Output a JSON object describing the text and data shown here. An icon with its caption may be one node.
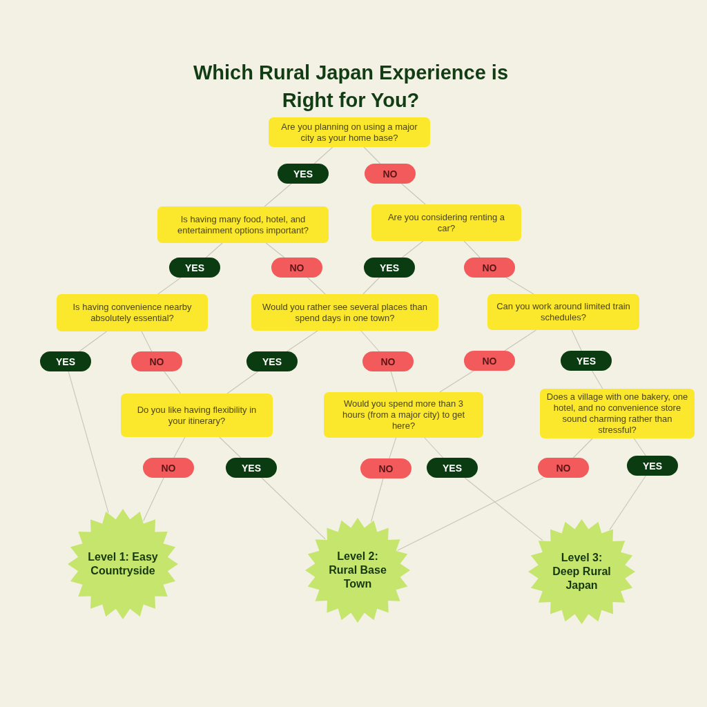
{
  "diagram": {
    "title": "Which Rural Japan Experience is Right for You?",
    "nodes": [
      {
        "text": [
          "Are you planning on using a major city as your home base?"
        ]
      },
      {
        "text": [
          "YES"
        ]
      },
      {
        "text": [
          "NO"
        ]
      },
      {
        "text": [
          "Is having many food, hotel, and entertainment options important?"
        ]
      },
      {
        "text": [
          "Are you considering renting a car?"
        ]
      },
      {
        "text": [
          "YES"
        ]
      },
      {
        "text": [
          "NO"
        ]
      },
      {
        "text": [
          "YES"
        ]
      },
      {
        "text": [
          "NO"
        ]
      },
      {
        "text": [
          "Is having convenience nearby absolutely essential?"
        ]
      },
      {
        "text": [
          "Would you rather see several places than spend days in one town?"
        ]
      },
      {
        "text": [
          "Can you work around limited train schedules?"
        ]
      },
      {
        "text": [
          "YES"
        ]
      },
      {
        "text": [
          "NO"
        ]
      },
      {
        "text": [
          "YES"
        ]
      },
      {
        "text": [
          "NO"
        ]
      },
      {
        "text": [
          "NO"
        ]
      },
      {
        "text": [
          "YES"
        ]
      },
      {
        "text": [
          "Do you like having flexibility in your itinerary?"
        ]
      },
      {
        "text": [
          "Would you spend more than 3 hours (from a major city) to get here?"
        ]
      },
      {
        "text": [
          "Does a village with one bakery, one hotel, and no convenience store sound charming rather than stressful?"
        ]
      },
      {
        "text": [
          "NO"
        ]
      },
      {
        "text": [
          "YES"
        ]
      },
      {
        "text": [
          "NO"
        ]
      },
      {
        "text": [
          "YES"
        ]
      },
      {
        "text": [
          "NO"
        ]
      },
      {
        "text": [
          "YES"
        ]
      },
      {
        "text": [
          "Level 1: Easy Countryside"
        ]
      },
      {
        "text": [
          "Level 2: Rural Base Town"
        ]
      },
      {
        "text": [
          "Level 3: Deep Rural Japan"
        ]
      }
    ],
    "edges": [
      {
        "from": 0,
        "to": 1,
        "arrow": "none"
      },
      {
        "from": 0,
        "to": 2,
        "arrow": "none"
      },
      {
        "from": 1,
        "to": 3,
        "arrow": "none"
      },
      {
        "from": 2,
        "to": 4,
        "arrow": "none"
      },
      {
        "from": 3,
        "to": 5,
        "arrow": "none"
      },
      {
        "from": 3,
        "to": 6,
        "arrow": "none"
      },
      {
        "from": 4,
        "to": 7,
        "arrow": "none"
      },
      {
        "from": 4,
        "to": 8,
        "arrow": "none"
      },
      {
        "from": 5,
        "to": 9,
        "arrow": "none"
      },
      {
        "from": 6,
        "to": 10,
        "arrow": "none"
      },
      {
        "from": 7,
        "to": 10,
        "arrow": "none"
      },
      {
        "from": 8,
        "to": 11,
        "arrow": "none"
      },
      {
        "from": 9,
        "to": 12,
        "arrow": "none"
      },
      {
        "from": 9,
        "to": 13,
        "arrow": "none"
      },
      {
        "from": 10,
        "to": 14,
        "arrow": "none"
      },
      {
        "from": 10,
        "to": 15,
        "arrow": "none"
      },
      {
        "from": 11,
        "to": 16,
        "arrow": "none"
      },
      {
        "from": 11,
        "to": 17,
        "arrow": "none"
      },
      {
        "from": 12,
        "to": 27,
        "arrow": "none"
      },
      {
        "from": 13,
        "to": 18,
        "arrow": "none"
      },
      {
        "from": 14,
        "to": 18,
        "arrow": "none"
      },
      {
        "from": 15,
        "to": 19,
        "arrow": "none"
      },
      {
        "from": 16,
        "to": 19,
        "arrow": "none"
      },
      {
        "from": 17,
        "to": 20,
        "arrow": "none"
      },
      {
        "from": 18,
        "to": 21,
        "arrow": "none"
      },
      {
        "from": 18,
        "to": 22,
        "arrow": "none"
      },
      {
        "from": 19,
        "to": 23,
        "arrow": "none"
      },
      {
        "from": 19,
        "to": 24,
        "arrow": "none"
      },
      {
        "from": 20,
        "to": 25,
        "arrow": "none"
      },
      {
        "from": 20,
        "to": 26,
        "arrow": "none"
      },
      {
        "from": 21,
        "to": 27,
        "arrow": "none"
      },
      {
        "from": 22,
        "to": 28,
        "arrow": "none"
      },
      {
        "from": 23,
        "to": 28,
        "arrow": "none"
      },
      {
        "from": 24,
        "to": 29,
        "arrow": "none"
      },
      {
        "from": 25,
        "to": 28,
        "arrow": "none"
      },
      {
        "from": 26,
        "to": 29,
        "arrow": "none"
      }
    ]
  }
}
